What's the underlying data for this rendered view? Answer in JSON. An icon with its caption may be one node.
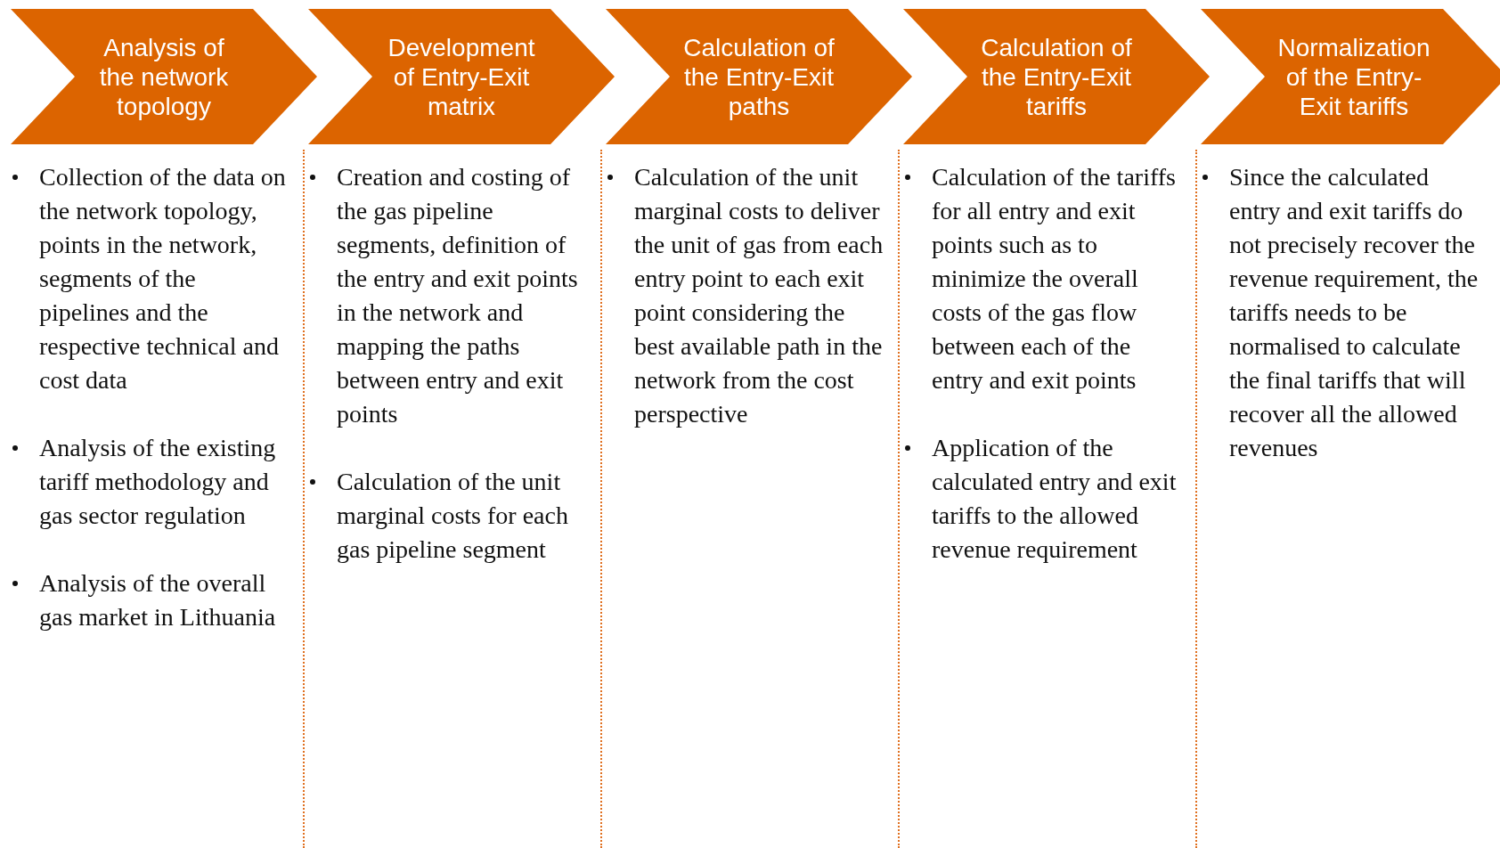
{
  "diagram": {
    "nodes": [
      {
        "text": [
          "Analysis of the network topology"
        ],
        "beside": [
          "Collection of the data on the network topology, points in the network, segments of the pipelines and the respective technical and cost data",
          "Analysis of the existing tariff methodology and gas sector regulation",
          "Analysis of the overall gas market in Lithuania"
        ]
      },
      {
        "text": [
          "Development of Entry-Exit matrix"
        ],
        "beside": [
          "Creation and costing of the gas pipeline segments, definition of the entry and exit points in the network and mapping the paths between entry and exit points",
          "Calculation of the unit marginal costs for each gas pipeline segment"
        ]
      },
      {
        "text": [
          "Calculation of the Entry-Exit paths"
        ],
        "beside": [
          "Calculation of the unit marginal costs to deliver the unit of gas from each entry point to each exit point considering the best available path in the network from the cost perspective"
        ]
      },
      {
        "text": [
          "Calculation of the Entry-Exit tariffs"
        ],
        "beside": [
          "Calculation of the tariffs for all entry and exit points such as to minimize the overall costs of the gas flow between each of the entry and exit points",
          "Application of the calculated entry and exit tariffs to the allowed revenue requirement"
        ]
      },
      {
        "text": [
          "Normalization of the Entry-Exit tariffs"
        ],
        "beside": [
          "Since the calculated entry and exit tariffs do not precisely recover the revenue requirement, the tariffs needs to be normalised to calculate the final tariffs that will recover all the allowed revenues"
        ]
      }
    ]
  }
}
